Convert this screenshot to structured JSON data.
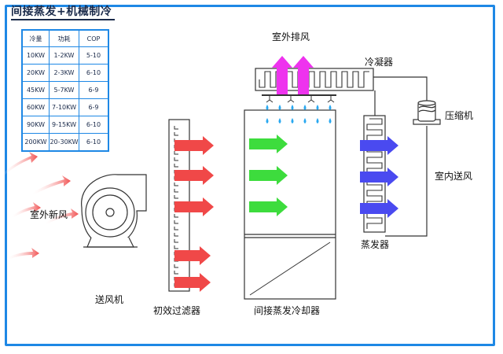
{
  "title": "间接蒸发+机械制冷",
  "spec_table": {
    "headers": [
      "冷量",
      "功耗",
      "COP"
    ],
    "rows": [
      [
        "10KW",
        "1-2KW",
        "5-10"
      ],
      [
        "20KW",
        "2-3KW",
        "6-10"
      ],
      [
        "45KW",
        "5-7KW",
        "6-9"
      ],
      [
        "60KW",
        "7-10KW",
        "6-9"
      ],
      [
        "90KW",
        "9-15KW",
        "6-10"
      ],
      [
        "200KW",
        "20-30KW",
        "6-10"
      ]
    ]
  },
  "labels": {
    "outdoor_exhaust": "室外排风",
    "condenser": "冷凝器",
    "compressor": "压缩机",
    "indoor_supply": "室内送风",
    "evaporator": "蒸发器",
    "outdoor_fresh_air": "室外新风",
    "supply_fan": "送风机",
    "primary_filter": "初效过滤器",
    "indirect_evaporative_cooler": "间接蒸发冷却器"
  },
  "colors": {
    "frame_blue": "#1e88e5",
    "hot_air_red": "#f04848",
    "cool_air_green": "#3ddc3d",
    "cold_air_blue": "#4a4af0",
    "exhaust_magenta": "#ee33ee",
    "water_drop": "#29a8f0"
  }
}
